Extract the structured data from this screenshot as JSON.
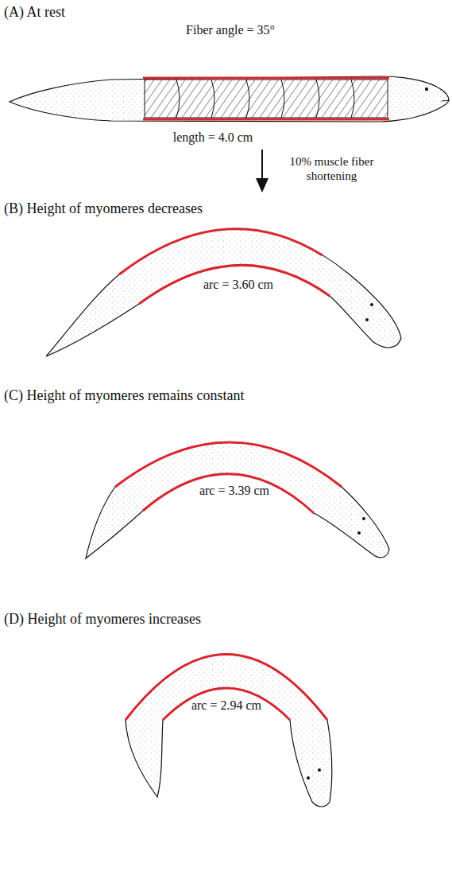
{
  "diagram": {
    "labels": [
      "(A) At rest",
      "Fiber angle = 35°",
      "length = 4.0 cm",
      "10% muscle fiber shortening",
      "(B) Height of myomeres decreases",
      "arc = 3.60 cm",
      "(C) Height of myomeres remains constant",
      "arc = 3.39 cm",
      "(D) Height of myomeres increases",
      "arc = 2.94 cm"
    ]
  }
}
